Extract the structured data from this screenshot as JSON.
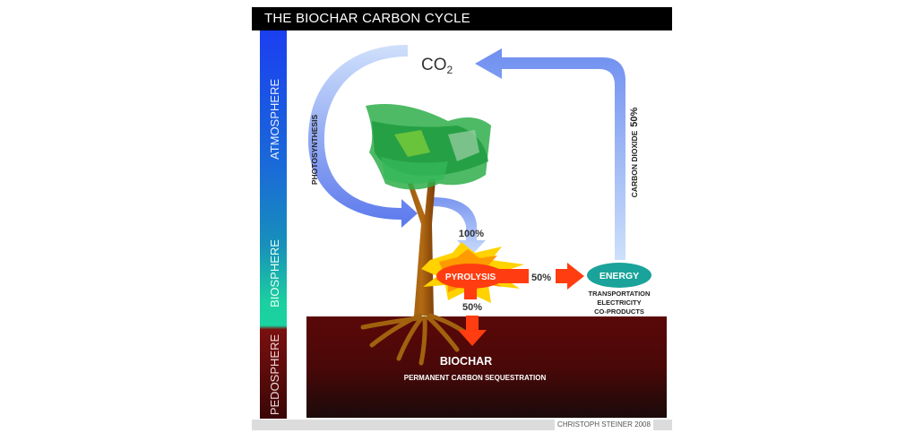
{
  "title": "THE BIOCHAR CARBON CYCLE",
  "spheres": [
    {
      "label": "ATMOSPHERE",
      "color": "#1e4fe0"
    },
    {
      "label": "BIOSPHERE",
      "color": "#1ccfa0"
    },
    {
      "label": "PEDOSPHERE",
      "color": "#7a0a0a"
    }
  ],
  "co2": {
    "label": "CO",
    "subscript": "2"
  },
  "arrows": {
    "photosynthesis": "PHOTOSYNTHESIS",
    "carbon_dioxide": "CARBON DIOXIDE",
    "carbon_dioxide_pct": "50%",
    "to_pyrolysis_pct": "100%",
    "to_energy_pct": "50%",
    "to_biochar_pct": "50%"
  },
  "pyrolysis": {
    "label": "PYROLYSIS"
  },
  "energy": {
    "label": "ENERGY",
    "uses": [
      "TRANSPORTATION",
      "ELECTRICITY",
      "CO-PRODUCTS"
    ]
  },
  "biochar": {
    "label": "BIOCHAR",
    "sublabel": "PERMANENT CARBON SEQUESTRATION"
  },
  "credit": "CHRISTOPH STEINER 2008",
  "colors": {
    "arrow_blue": "#6f8ff0",
    "arrow_red": "#ff3d10",
    "energy_teal": "#1aa39a",
    "soil_dark": "#3a0505"
  }
}
